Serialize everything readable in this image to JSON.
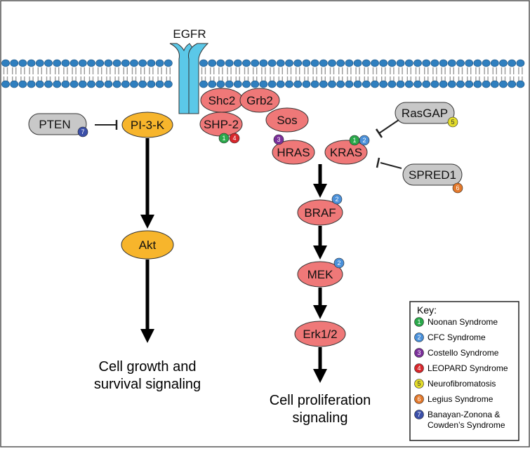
{
  "receptor": {
    "label": "EGFR"
  },
  "proteins": {
    "shc2": "Shc2",
    "grb2": "Grb2",
    "sos": "Sos",
    "shp2": "SHP-2",
    "hras": "HRAS",
    "kras": "KRAS",
    "braf": "BRAF",
    "mek": "MEK",
    "erk": "Erk1/2",
    "pi3k": "PI-3-K",
    "akt": "Akt",
    "pten": "PTEN",
    "rasgap": "RasGAP",
    "spred1": "SPRED1"
  },
  "outputs": {
    "left_line1": "Cell growth and",
    "left_line2": "survival signaling",
    "right_line1": "Cell proliferation",
    "right_line2": "signaling"
  },
  "key": {
    "title": "Key:",
    "items": [
      {
        "num": "1",
        "label": "Noonan Syndrome",
        "color": "#2aa84a"
      },
      {
        "num": "2",
        "label": "CFC Syndrome",
        "color": "#4a90d9"
      },
      {
        "num": "3",
        "label": "Costello Syndrome",
        "color": "#7b2f9a"
      },
      {
        "num": "4",
        "label": "LEOPARD Syndrome",
        "color": "#d7262b"
      },
      {
        "num": "5",
        "label": "Neurofibromatosis",
        "color": "#e3dc2b"
      },
      {
        "num": "6",
        "label": "Legius Syndrome",
        "color": "#e2782b"
      },
      {
        "num": "7",
        "label": "Banayan-Zonona &",
        "label2": "Cowden’s Syndrome",
        "color": "#3b4fa8"
      }
    ]
  },
  "colors": {
    "ras_pathway": "#ef7878",
    "pi3k_pathway": "#f7b52c",
    "regulator": "#c8c8c8",
    "membrane_head": "#2f7fbf",
    "receptor": "#5bc8e8"
  }
}
